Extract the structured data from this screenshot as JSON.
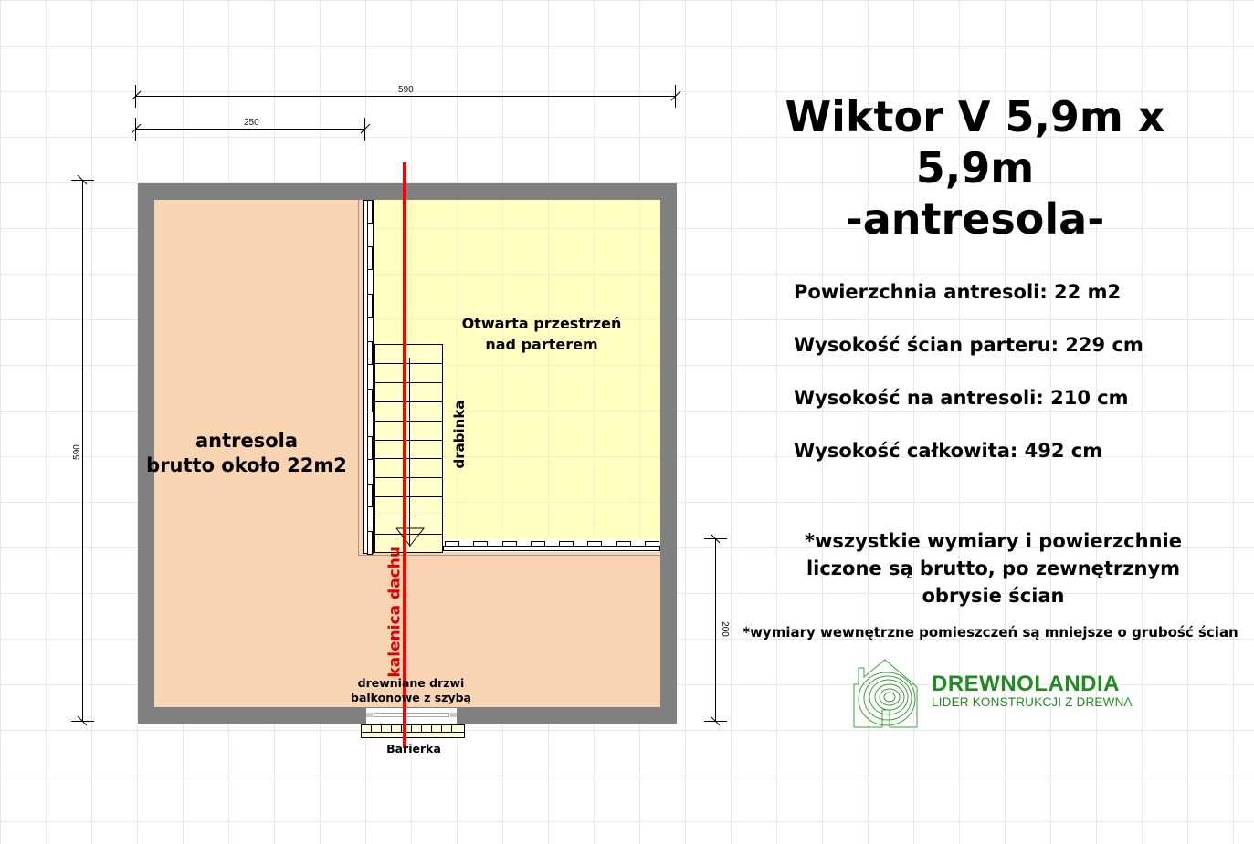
{
  "title": {
    "line1": "Wiktor V 5,9m x 5,9m",
    "line2": "-antresola-"
  },
  "dimensions": {
    "top_total": "590",
    "top_partial": "250",
    "left_total": "590",
    "right_partial": "200"
  },
  "plan_labels": {
    "mezzanine_line1": "antresola",
    "mezzanine_line2": "brutto około 22m2",
    "open_space_line1": "Otwarta przestrzeń",
    "open_space_line2": "nad parterem",
    "ladder": "drabinka",
    "ridge": "kalenica dachu",
    "door_line1": "drewniane drzwi",
    "door_line2": "balkonowe z szybą",
    "railing": "Barierka"
  },
  "specs": [
    "Powierzchnia antresoli:  22 m2",
    "Wysokość ścian parteru: 229 cm",
    "Wysokość na antresoli: 210 cm",
    "Wysokość całkowita: 492 cm"
  ],
  "notes": {
    "main_line1": "*wszystkie wymiary i powierzchnie",
    "main_line2": "liczone są brutto, po zewnętrznym",
    "main_line3": "obrysie ścian",
    "secondary": "*wymiary wewnętrzne pomieszczeń są mniejsze o grubość ścian"
  },
  "logo": {
    "name": "DREWNOLANDIA",
    "tagline": "LIDER KONSTRUKCJI Z DREWNA",
    "icon": "wooden-house-rings-icon"
  },
  "colors": {
    "wall": "#808080",
    "mezzanine": "#f9d4b2",
    "open_space": "#ffffc2",
    "ridge_line": "#ff0000",
    "brand_green": "#218a21"
  }
}
